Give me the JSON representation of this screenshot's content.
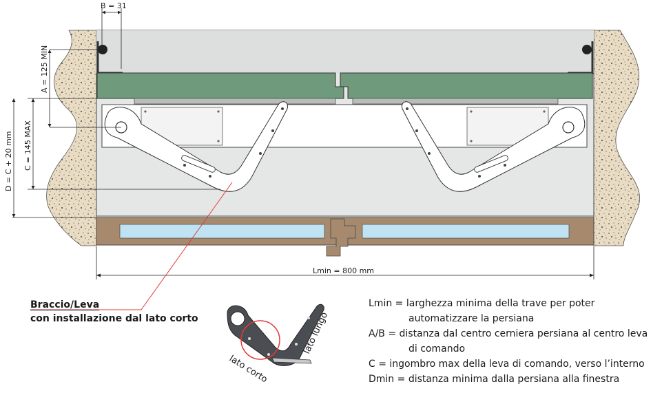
{
  "dimensions": {
    "b": "B = 31",
    "a": "A = 125 MIN",
    "c": "C = 145 MAX",
    "d": "D = C + 20 mm",
    "lmin": "Lmin = 800 mm"
  },
  "caption": {
    "line1": "Braccio/Leva",
    "line2": "con installazione dal lato corto"
  },
  "detail_labels": {
    "short_side": "lato corto",
    "long_side": "lato lungo"
  },
  "legend": [
    {
      "term": "Lmin = ",
      "text": "larghezza minima della trave per poter",
      "cont": "automatizzare la persiana"
    },
    {
      "term": "A/B = ",
      "text": "distanza dal centro cerniera persiana al centro leva",
      "cont": "di comando"
    },
    {
      "term": "C = ",
      "text": "ingombro max della leva di comando, verso l’interno",
      "cont": ""
    },
    {
      "term": "Dmin = ",
      "text": "distanza minima dalla persiana alla finestra",
      "cont": ""
    }
  ],
  "colors": {
    "wall_fill": "#e9dcc4",
    "wall_dots": "#6b5a45",
    "shutter_green": "#6f9a7c",
    "beam_gray": "#e5e7e6",
    "window_frame": "#a78a6e",
    "glass": "#bfe3f3",
    "callout_red": "#e03a3a"
  }
}
